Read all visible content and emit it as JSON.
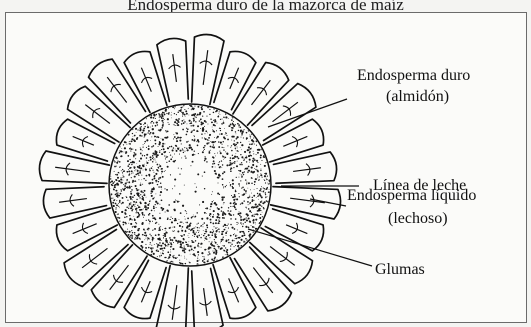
{
  "caption": "Endosperma duro de la mazorca de maíz",
  "labels": {
    "hard_endosperm_line1": "Endosperma duro",
    "hard_endosperm_line2": "(almidón)",
    "milk_line": "Línea de leche",
    "liquid_endosperm_line1": "Endosperma líquido",
    "liquid_endosperm_line2": "(lechoso)",
    "glumes": "Glumas"
  },
  "colors": {
    "line": "#111111",
    "paper": "#fbfbf9",
    "speckle": "#1a1a1a"
  }
}
